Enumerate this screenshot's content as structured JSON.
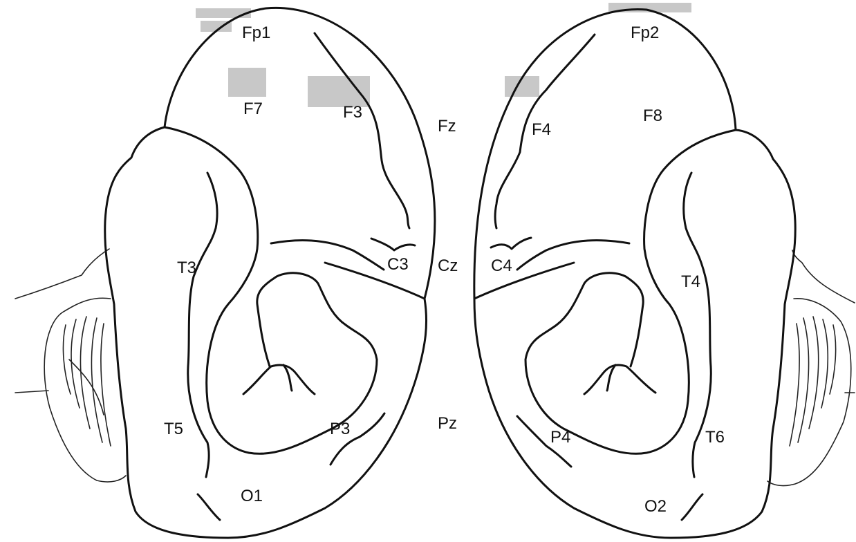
{
  "electrodes": {
    "fp1": "Fp1",
    "fp2": "Fp2",
    "f7": "F7",
    "f3": "F3",
    "fz": "Fz",
    "f4": "F4",
    "f8": "F8",
    "t3": "T3",
    "c3": "C3",
    "cz": "Cz",
    "c4": "C4",
    "t4": "T4",
    "t5": "T5",
    "p3": "P3",
    "pz": "Pz",
    "p4": "P4",
    "t6": "T6",
    "o1": "O1",
    "o2": "O2"
  },
  "colors": {
    "line": "#111111",
    "background": "#ffffff"
  }
}
